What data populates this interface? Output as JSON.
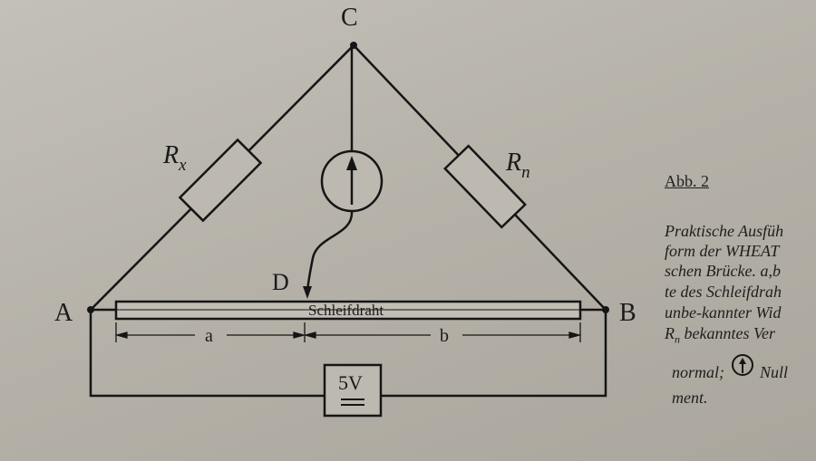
{
  "diagram": {
    "node_c": "C",
    "node_a": "A",
    "node_b": "B",
    "node_d": "D",
    "rx_label": "R",
    "rx_sub": "x",
    "rn_label": "R",
    "rn_sub": "n",
    "wire_label": "Schleifdraht",
    "seg_a": "a",
    "seg_b": "b",
    "source_label": "5V"
  },
  "caption": {
    "figure": "Abb. 2",
    "lines": [
      "Praktische Ausfüh",
      "form der WHEAT",
      "schen Brücke. a,b",
      "te des Schleifdrah",
      "unbe-kannter Wid",
      "R",
      "bekanntes Ver",
      "normal;",
      "Null",
      "ment."
    ],
    "rn_sub": "n"
  }
}
